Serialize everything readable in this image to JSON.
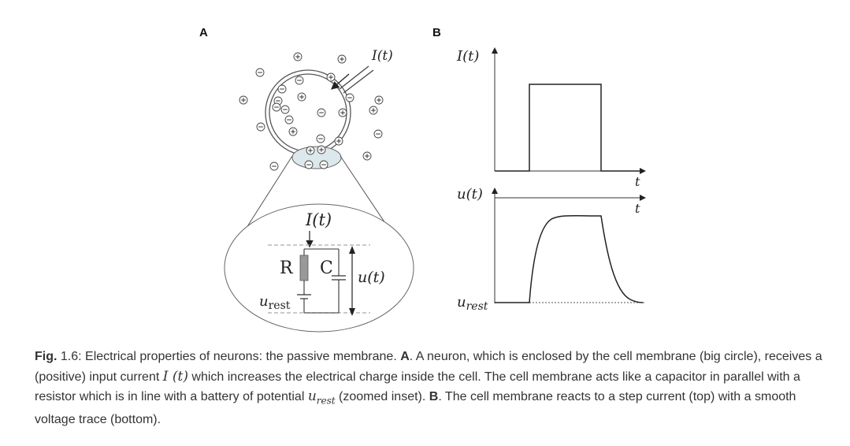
{
  "panel_a": {
    "label": "A",
    "current_label": "I(t)",
    "inset": {
      "current_label": "I(t)",
      "resistor_label": "R",
      "capacitor_label": "C",
      "voltage_label": "u(t)",
      "rest_label": "u",
      "rest_sub": "rest"
    }
  },
  "panel_b": {
    "label": "B",
    "top_y_label": "I(t)",
    "top_x_label": "t",
    "bottom_y_label": "u(t)",
    "bottom_x_label": "t",
    "rest_label": "u",
    "rest_sub": "rest"
  },
  "caption": {
    "fig_prefix": "Fig.",
    "fig_number": " 1.6: ",
    "text1": "Electrical properties of neurons: the passive membrane. ",
    "label_a": "A",
    "text2": ". A neuron, which is enclosed by the cell membrane (big circle), receives a (positive) input current ",
    "math_current": "I (t)",
    "text3": " which increases the electrical charge inside the cell. The cell membrane acts like a capacitor in parallel with a resistor which is in line with a battery of potential ",
    "math_rest": "u",
    "math_rest_sub": "rest",
    "text4": " (zoomed inset). ",
    "label_b": "B",
    "text5": ". The cell membrane reacts to a step current (top) with a smooth voltage trace (bottom)."
  }
}
